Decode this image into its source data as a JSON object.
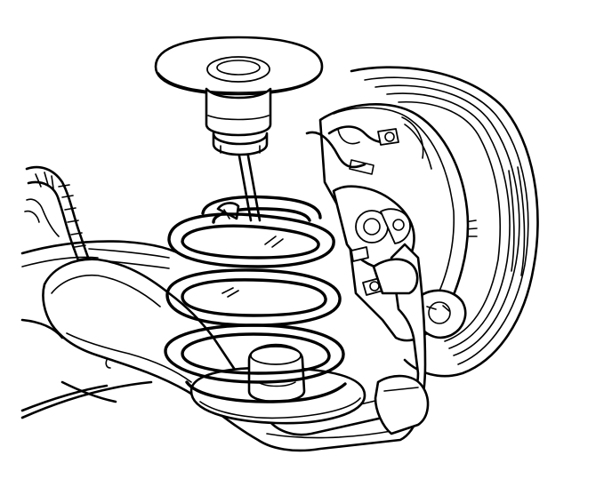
{
  "illustration": {
    "subject": "coil-spring-suspension-assembly",
    "colors": {
      "ink": "#000000",
      "paper": "#ffffff"
    },
    "parts": [
      "spring-insulator",
      "coil-spring",
      "lower-control-arm",
      "brake-backing-plate",
      "tire",
      "brake-hose",
      "wiring-harness"
    ]
  }
}
